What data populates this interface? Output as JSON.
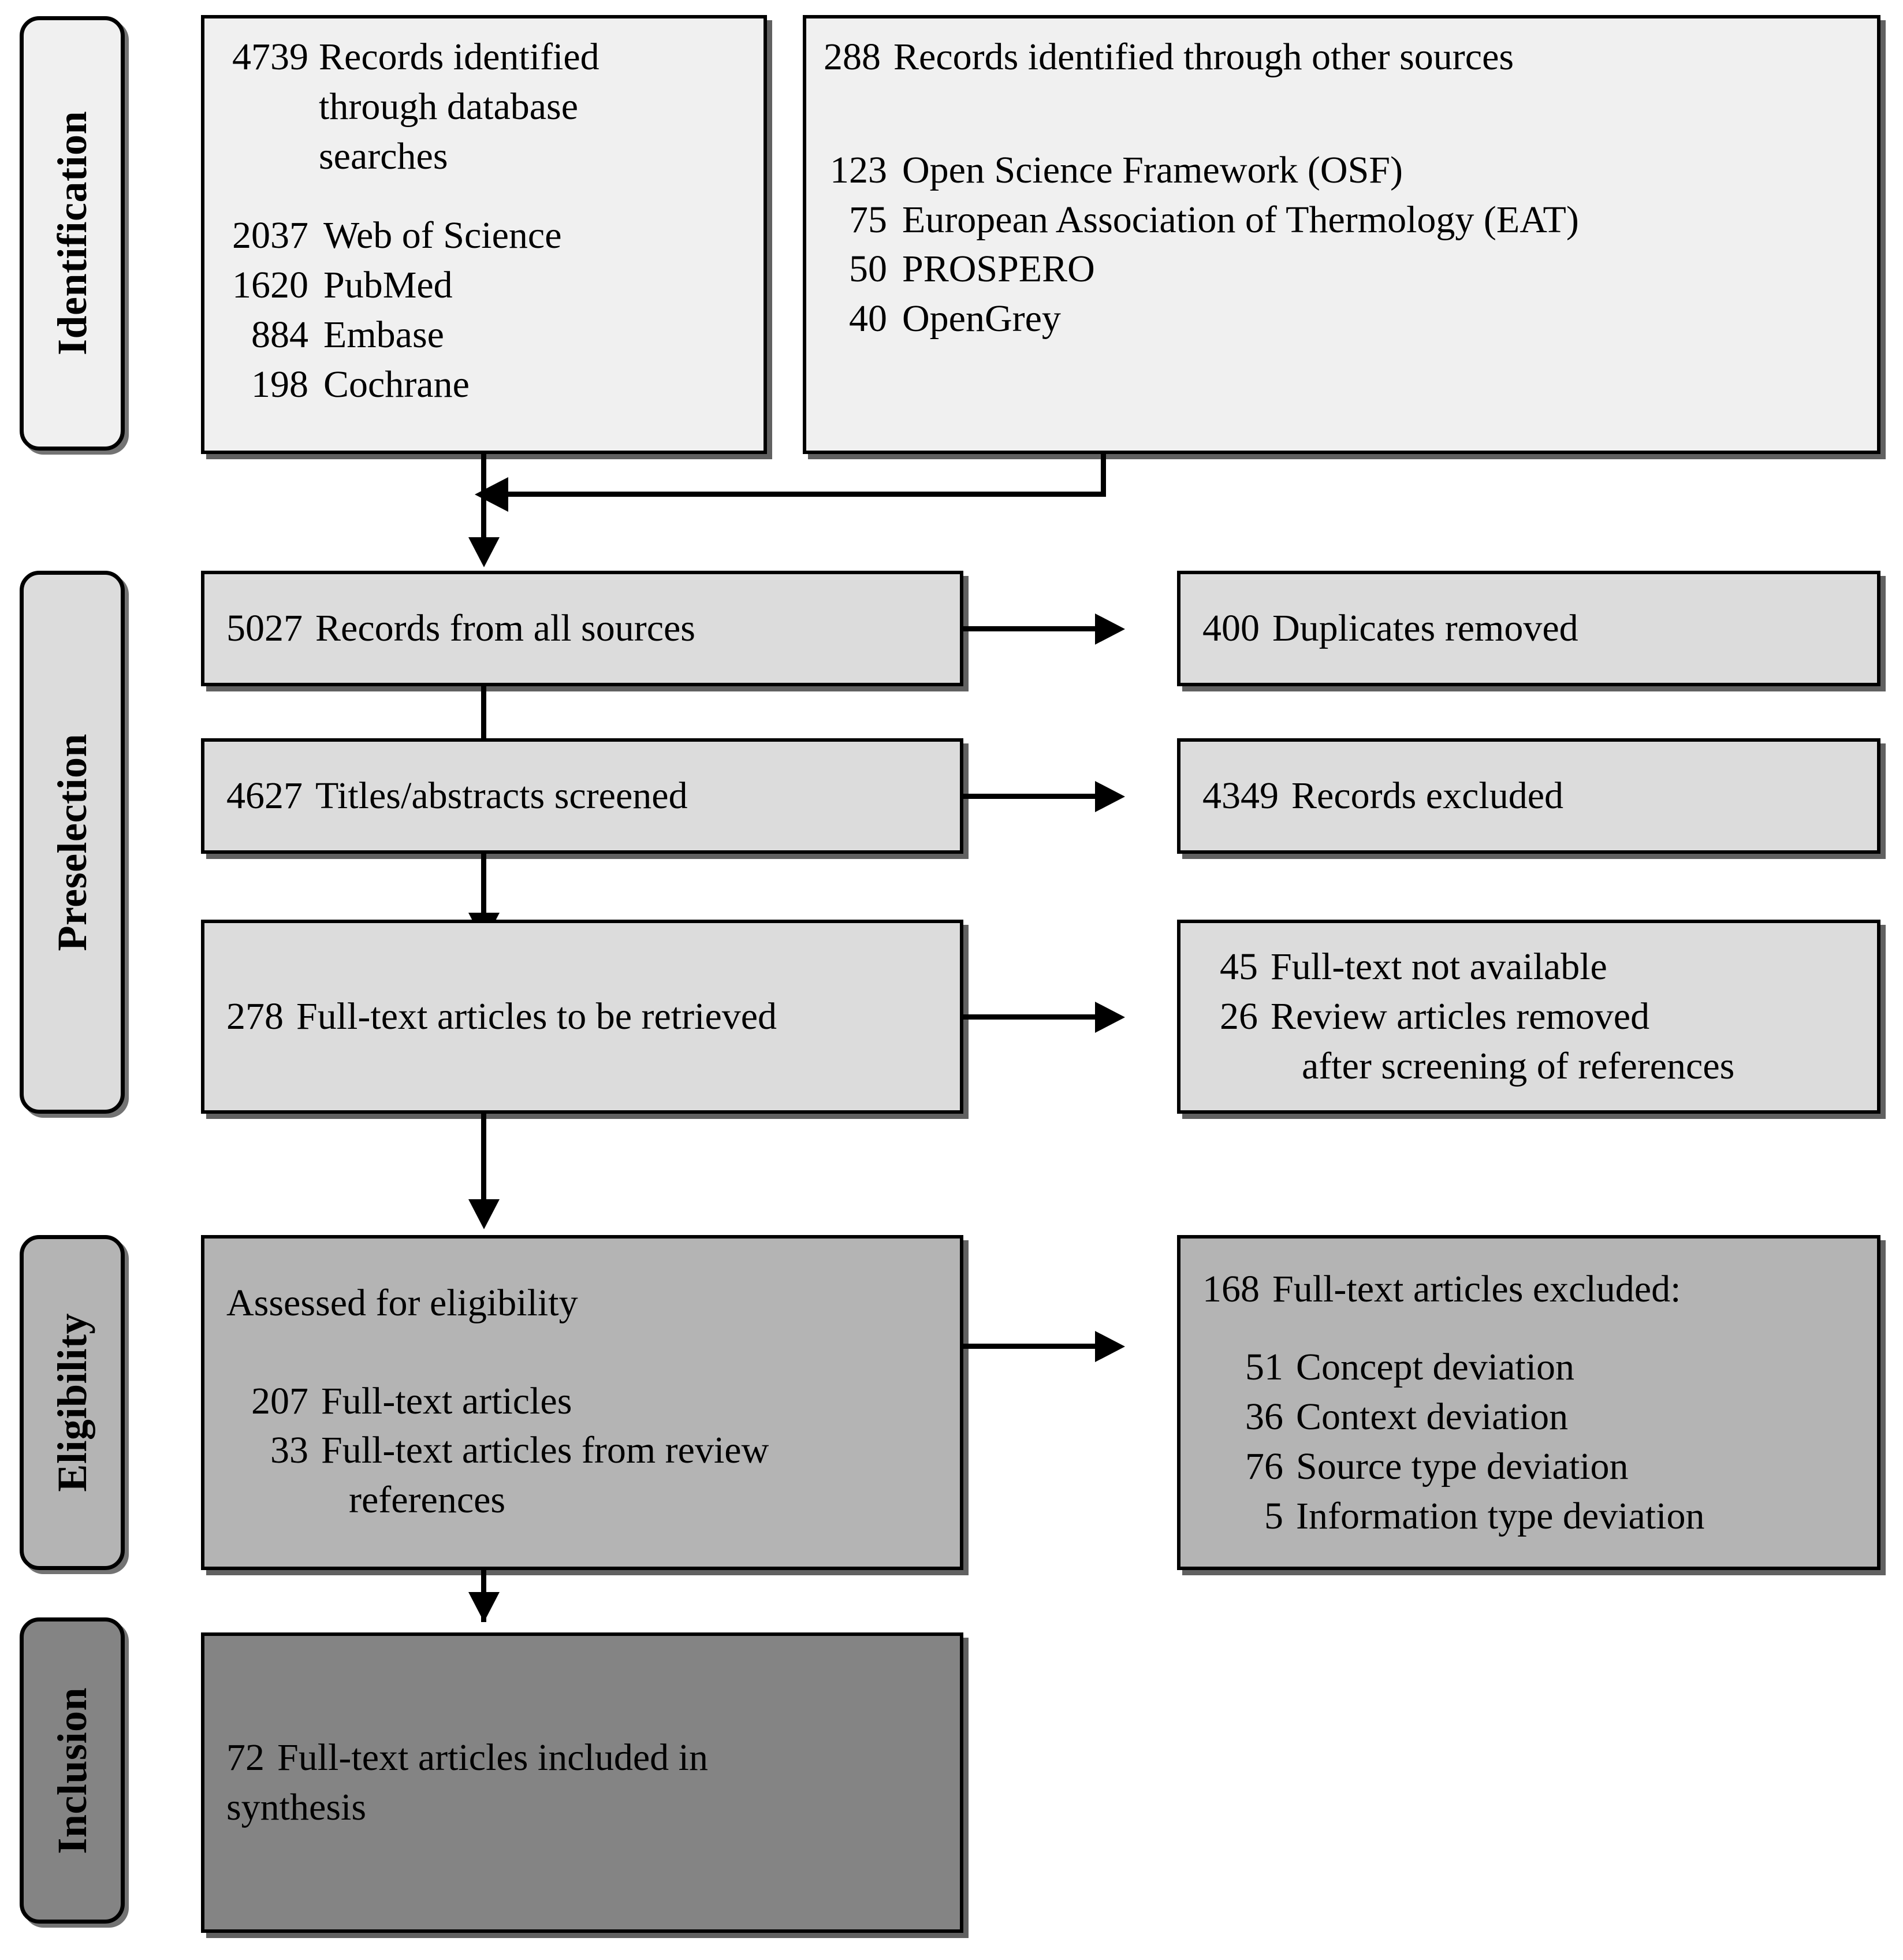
{
  "diagram": {
    "type": "prisma-flow-diagram",
    "colors": {
      "identification_fill": "#f0f0f0",
      "preselection_fill": "#dcdcdc",
      "eligibility_fill": "#b4b4b4",
      "inclusion_fill": "#848484",
      "line": "#000000",
      "page": "#ffffff"
    }
  },
  "phases": [
    {
      "label": "Identification"
    },
    {
      "label": "Preselection"
    },
    {
      "label": "Eligibility"
    },
    {
      "label": "Inclusion"
    }
  ],
  "boxes": {
    "database_records": {
      "heading_number": "4739",
      "heading_text": "Records identified",
      "heading_line2": "through database",
      "heading_line3": "searches",
      "sources": [
        {
          "count": "2037",
          "name": "Web of Science"
        },
        {
          "count": "1620",
          "name": "PubMed"
        },
        {
          "count": "884",
          "name": "Embase"
        },
        {
          "count": "198",
          "name": "Cochrane"
        }
      ]
    },
    "other_records": {
      "heading_number": "288",
      "heading_text": "Records identified through other sources",
      "sources": [
        {
          "count": "123",
          "name": "Open Science Framework (OSF)"
        },
        {
          "count": "75",
          "name": "European Association of Thermology (EAT)"
        },
        {
          "count": "50",
          "name": "PROSPERO"
        },
        {
          "count": "40",
          "name": "OpenGrey"
        }
      ]
    },
    "all_records": {
      "count": "5027",
      "text": "Records from all sources"
    },
    "duplicates_removed": {
      "count": "400",
      "text": "Duplicates removed"
    },
    "titles_screened": {
      "count": "4627",
      "text": "Titles/abstracts screened"
    },
    "records_excluded": {
      "count": "4349",
      "text": "Records excluded"
    },
    "fulltext_retrieved": {
      "count": "278",
      "text": "Full-text articles to be retrieved"
    },
    "fulltext_unavailable": {
      "lines": [
        {
          "count": "45",
          "text": "Full-text not available"
        },
        {
          "count": "26",
          "text": "Review articles removed"
        }
      ],
      "continuation": "after screening of references"
    },
    "assessed_eligibility": {
      "heading": "Assessed for eligibility",
      "lines": [
        {
          "count": "207",
          "text": "Full-text articles"
        },
        {
          "count": "33",
          "text": "Full-text articles from review"
        }
      ],
      "continuation": "references"
    },
    "fulltext_excluded": {
      "heading_count": "168",
      "heading_text": "Full-text articles excluded:",
      "reasons": [
        {
          "count": "51",
          "text": "Concept deviation"
        },
        {
          "count": "36",
          "text": "Context deviation"
        },
        {
          "count": "76",
          "text": "Source type deviation"
        },
        {
          "count": "5",
          "text": "Information type deviation"
        }
      ]
    },
    "included_synthesis": {
      "count": "72",
      "text": "Full-text articles included in",
      "text_line2": "synthesis"
    }
  }
}
